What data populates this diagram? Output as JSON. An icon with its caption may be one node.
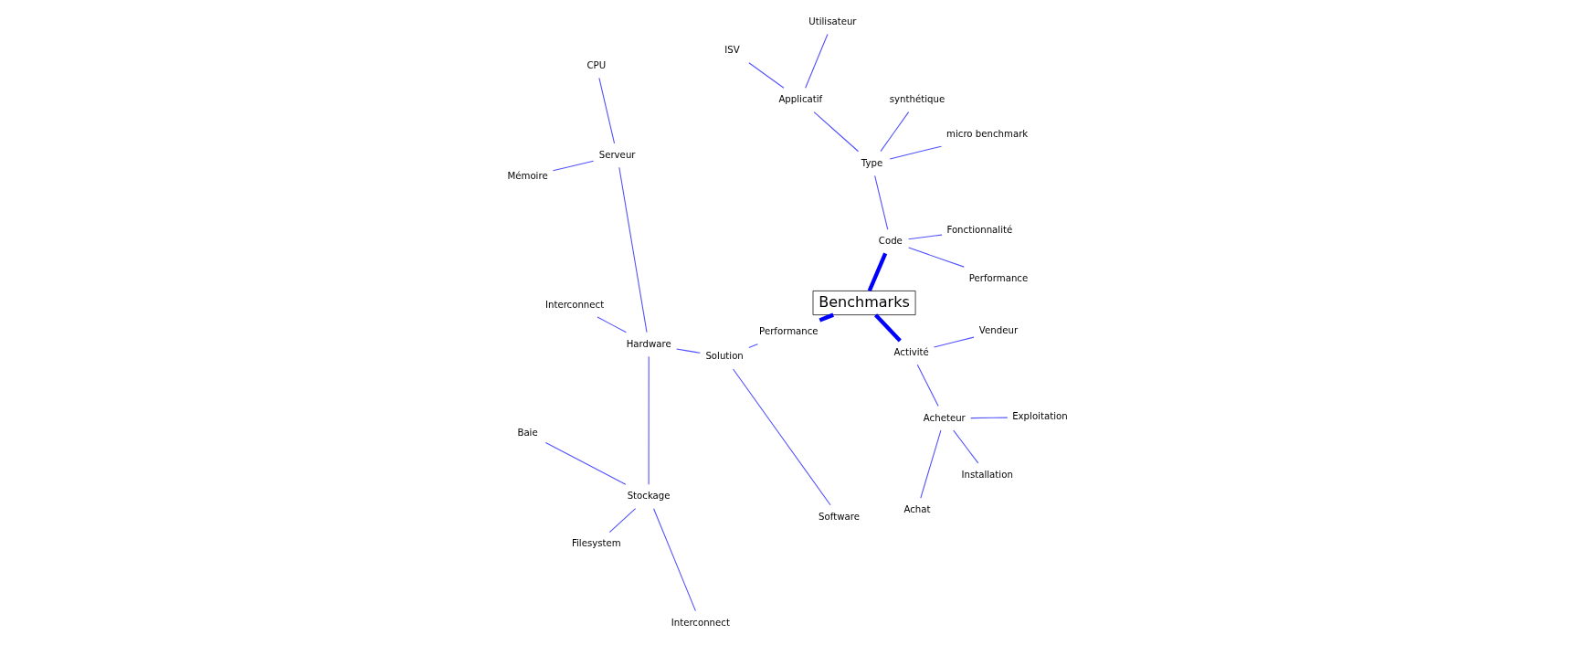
{
  "diagram": {
    "nodes": [
      {
        "text": [
          "Benchmarks"
        ]
      },
      {
        "text": [
          "Code"
        ]
      },
      {
        "text": [
          "Performance"
        ]
      },
      {
        "text": [
          "Fonctionnalité"
        ]
      },
      {
        "text": [
          "Type"
        ]
      },
      {
        "text": [
          "micro benchmark"
        ]
      },
      {
        "text": [
          "synthétique"
        ]
      },
      {
        "text": [
          "Applicatif"
        ]
      },
      {
        "text": [
          "Utilisateur"
        ]
      },
      {
        "text": [
          "ISV"
        ]
      },
      {
        "text": [
          "Performance"
        ]
      },
      {
        "text": [
          "Solution"
        ]
      },
      {
        "text": [
          "Hardware"
        ]
      },
      {
        "text": [
          "Serveur"
        ]
      },
      {
        "text": [
          "CPU"
        ]
      },
      {
        "text": [
          "Mémoire"
        ]
      },
      {
        "text": [
          "Interconnect"
        ]
      },
      {
        "text": [
          "Stockage"
        ]
      },
      {
        "text": [
          "Baie"
        ]
      },
      {
        "text": [
          "Filesystem"
        ]
      },
      {
        "text": [
          "Interconnect"
        ]
      },
      {
        "text": [
          "Software"
        ]
      },
      {
        "text": [
          "Activité"
        ]
      },
      {
        "text": [
          "Acheteur"
        ]
      },
      {
        "text": [
          "Achat"
        ]
      },
      {
        "text": [
          "Installation"
        ]
      },
      {
        "text": [
          "Exploitation"
        ]
      },
      {
        "text": [
          "Vendeur"
        ]
      }
    ],
    "edges": [
      {
        "from": 0,
        "to": 1,
        "arrow": "none",
        "style": "thick",
        "color": "#0000ff"
      },
      {
        "from": 1,
        "to": 2,
        "arrow": "none"
      },
      {
        "from": 1,
        "to": 3,
        "arrow": "none"
      },
      {
        "from": 1,
        "to": 4,
        "arrow": "none"
      },
      {
        "from": 4,
        "to": 5,
        "arrow": "none"
      },
      {
        "from": 4,
        "to": 6,
        "arrow": "none"
      },
      {
        "from": 4,
        "to": 7,
        "arrow": "none"
      },
      {
        "from": 7,
        "to": 8,
        "arrow": "none"
      },
      {
        "from": 7,
        "to": 9,
        "arrow": "none"
      },
      {
        "from": 0,
        "to": 10,
        "arrow": "none",
        "style": "thick",
        "color": "#0000ff"
      },
      {
        "from": 10,
        "to": 11,
        "arrow": "none"
      },
      {
        "from": 11,
        "to": 12,
        "arrow": "none"
      },
      {
        "from": 12,
        "to": 13,
        "arrow": "none"
      },
      {
        "from": 13,
        "to": 14,
        "arrow": "none"
      },
      {
        "from": 13,
        "to": 15,
        "arrow": "none"
      },
      {
        "from": 12,
        "to": 16,
        "arrow": "none"
      },
      {
        "from": 12,
        "to": 17,
        "arrow": "none"
      },
      {
        "from": 17,
        "to": 18,
        "arrow": "none"
      },
      {
        "from": 17,
        "to": 19,
        "arrow": "none"
      },
      {
        "from": 17,
        "to": 20,
        "arrow": "none"
      },
      {
        "from": 11,
        "to": 21,
        "arrow": "none"
      },
      {
        "from": 0,
        "to": 22,
        "arrow": "none",
        "style": "thick",
        "color": "#0000ff"
      },
      {
        "from": 22,
        "to": 23,
        "arrow": "none"
      },
      {
        "from": 23,
        "to": 24,
        "arrow": "none"
      },
      {
        "from": 23,
        "to": 25,
        "arrow": "none"
      },
      {
        "from": 23,
        "to": 26,
        "arrow": "none"
      },
      {
        "from": 22,
        "to": 27,
        "arrow": "none"
      }
    ]
  }
}
